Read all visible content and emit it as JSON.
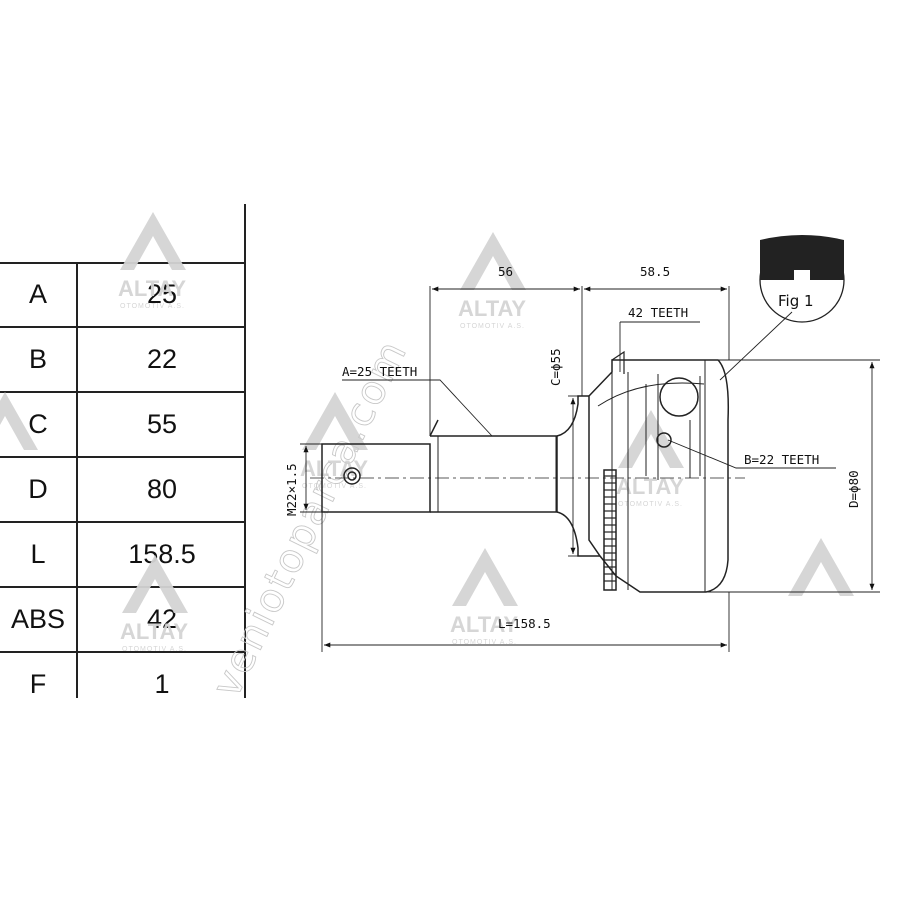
{
  "spec_table": {
    "rows": [
      {
        "key": "A",
        "value": "25"
      },
      {
        "key": "B",
        "value": "22"
      },
      {
        "key": "C",
        "value": "55"
      },
      {
        "key": "D",
        "value": "80"
      },
      {
        "key": "L",
        "value": "158.5"
      },
      {
        "key": "ABS",
        "value": "42"
      },
      {
        "key": "F",
        "value": "1"
      }
    ]
  },
  "drawing": {
    "dim_56": "56",
    "dim_58_5": "58.5",
    "abs_teeth": "42 TEETH",
    "c_diameter": "C=ϕ55",
    "a_teeth": "A=25 TEETH",
    "thread": "M22×1.5",
    "b_teeth": "B=22 TEETH",
    "d_diameter": "D=ϕ80",
    "length": "L=158.5",
    "fig_label": "Fig 1"
  },
  "watermark": {
    "brand": "ALTAY",
    "brand_sub": "OTOMOTIV A.S.",
    "url": "veniotoparca.com"
  },
  "colors": {
    "line": "#222222",
    "watermark": "#d4d4d4",
    "background": "#ffffff"
  }
}
